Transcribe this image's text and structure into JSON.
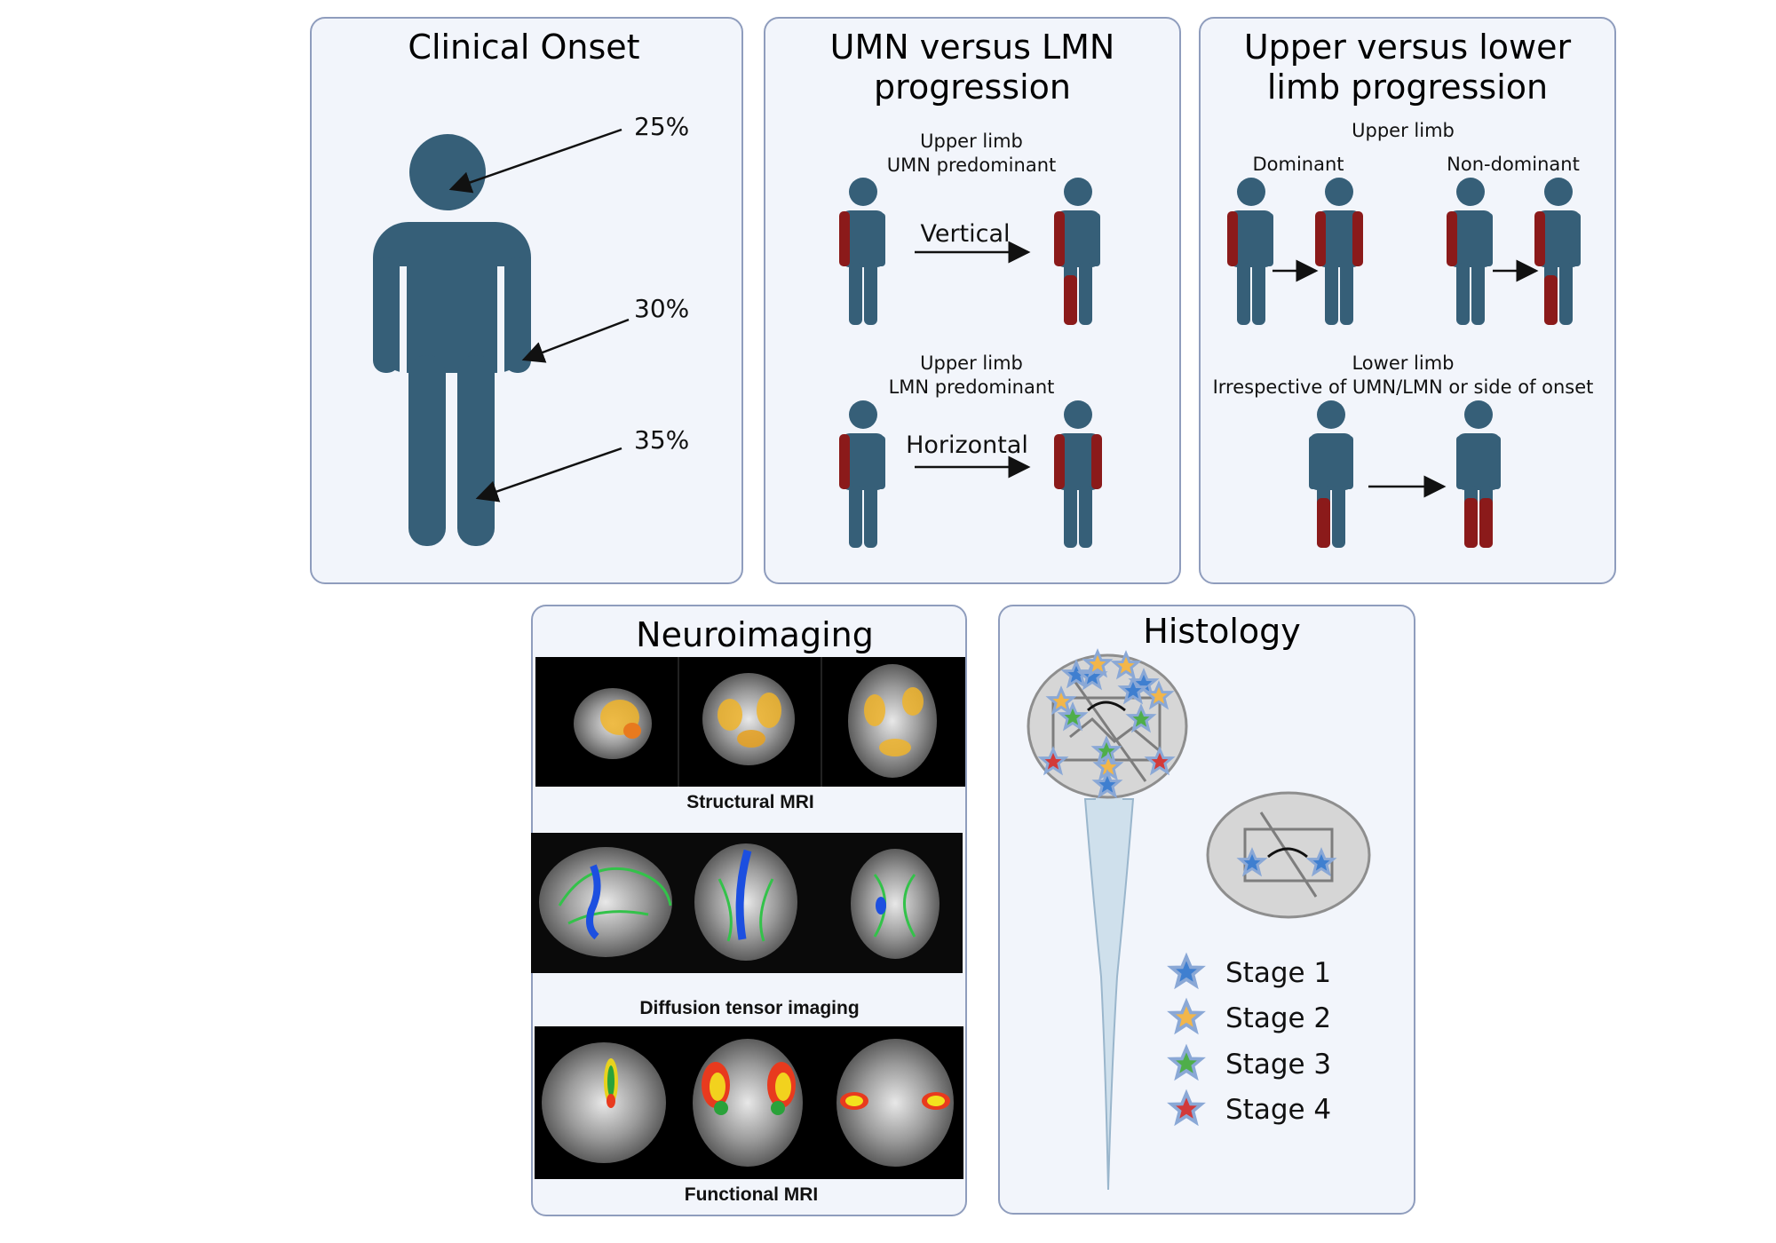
{
  "colors": {
    "body": "#365f78",
    "affected": "#8b1a1a",
    "panel_fill": "#f2f5fb",
    "panel_border": "#8f9dbd",
    "stage1": "#3f7fd0",
    "stage2": "#f2b64a",
    "stage3": "#4fae4a",
    "stage4": "#d23a3a"
  },
  "clinical_onset": {
    "title": "Clinical Onset",
    "head_pct": "25%",
    "arm_pct": "30%",
    "leg_pct": "35%"
  },
  "umn_lmn": {
    "title_line1": "UMN versus LMN",
    "title_line2": "progression",
    "umn_label_line1": "Upper limb",
    "umn_label_line2": "UMN predominant",
    "umn_arrow": "Vertical",
    "lmn_label_line1": "Upper limb",
    "lmn_label_line2": "LMN predominant",
    "lmn_arrow": "Horizontal"
  },
  "upper_lower": {
    "title_line1": "Upper versus lower",
    "title_line2": "limb progression",
    "upper_label": "Upper limb",
    "dominant": "Dominant",
    "non_dominant": "Non-dominant",
    "lower_label_line1": "Lower limb",
    "lower_label_line2": "Irrespective of UMN/LMN or side of onset"
  },
  "neuroimaging": {
    "title": "Neuroimaging",
    "structural": "Structural MRI",
    "dti": "Diffusion tensor imaging",
    "fmri": "Functional MRI"
  },
  "histology": {
    "title": "Histology",
    "legend": [
      "Stage 1",
      "Stage 2",
      "Stage 3",
      "Stage 4"
    ]
  }
}
